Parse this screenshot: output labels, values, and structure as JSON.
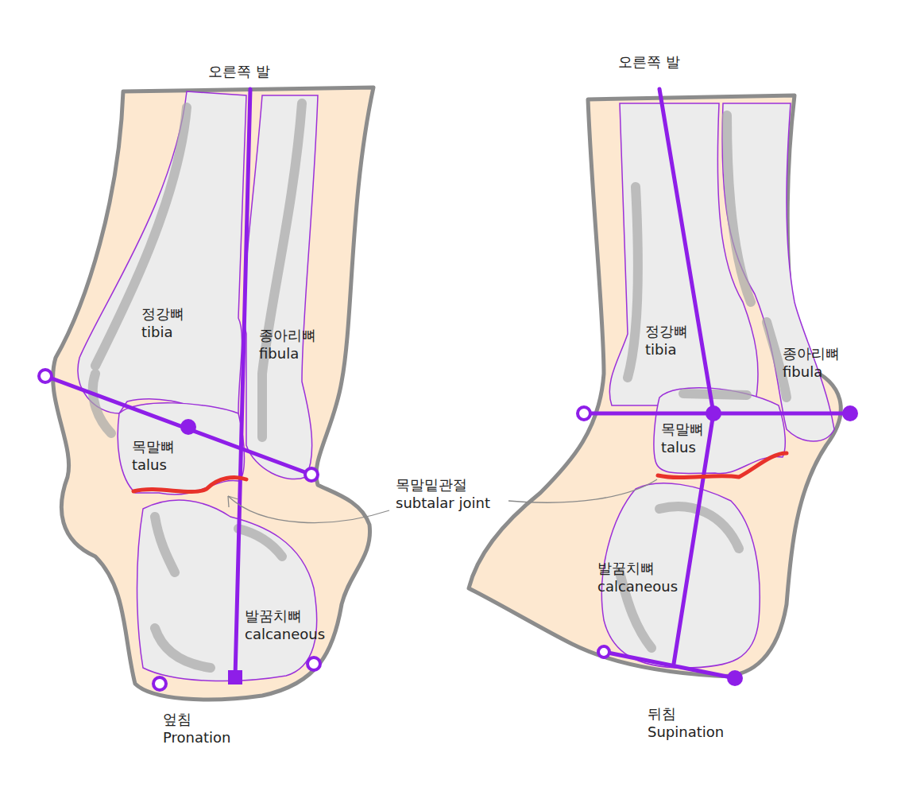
{
  "diagram": {
    "labels": [
      "오른쪽 발",
      "정강뼈 tibia",
      "종아리뼈 fibula",
      "목말뼈 talus",
      "발꿈치뼈 calcaneous",
      "엎침 Pronation",
      "목말밑관절 subtalar joint",
      "오른쪽 발",
      "정강뼈 tibia",
      "종아리뼈 fibula",
      "목말뼈 talus",
      "발꿈치뼈 calcaneous",
      "뒤침 Supination"
    ]
  }
}
